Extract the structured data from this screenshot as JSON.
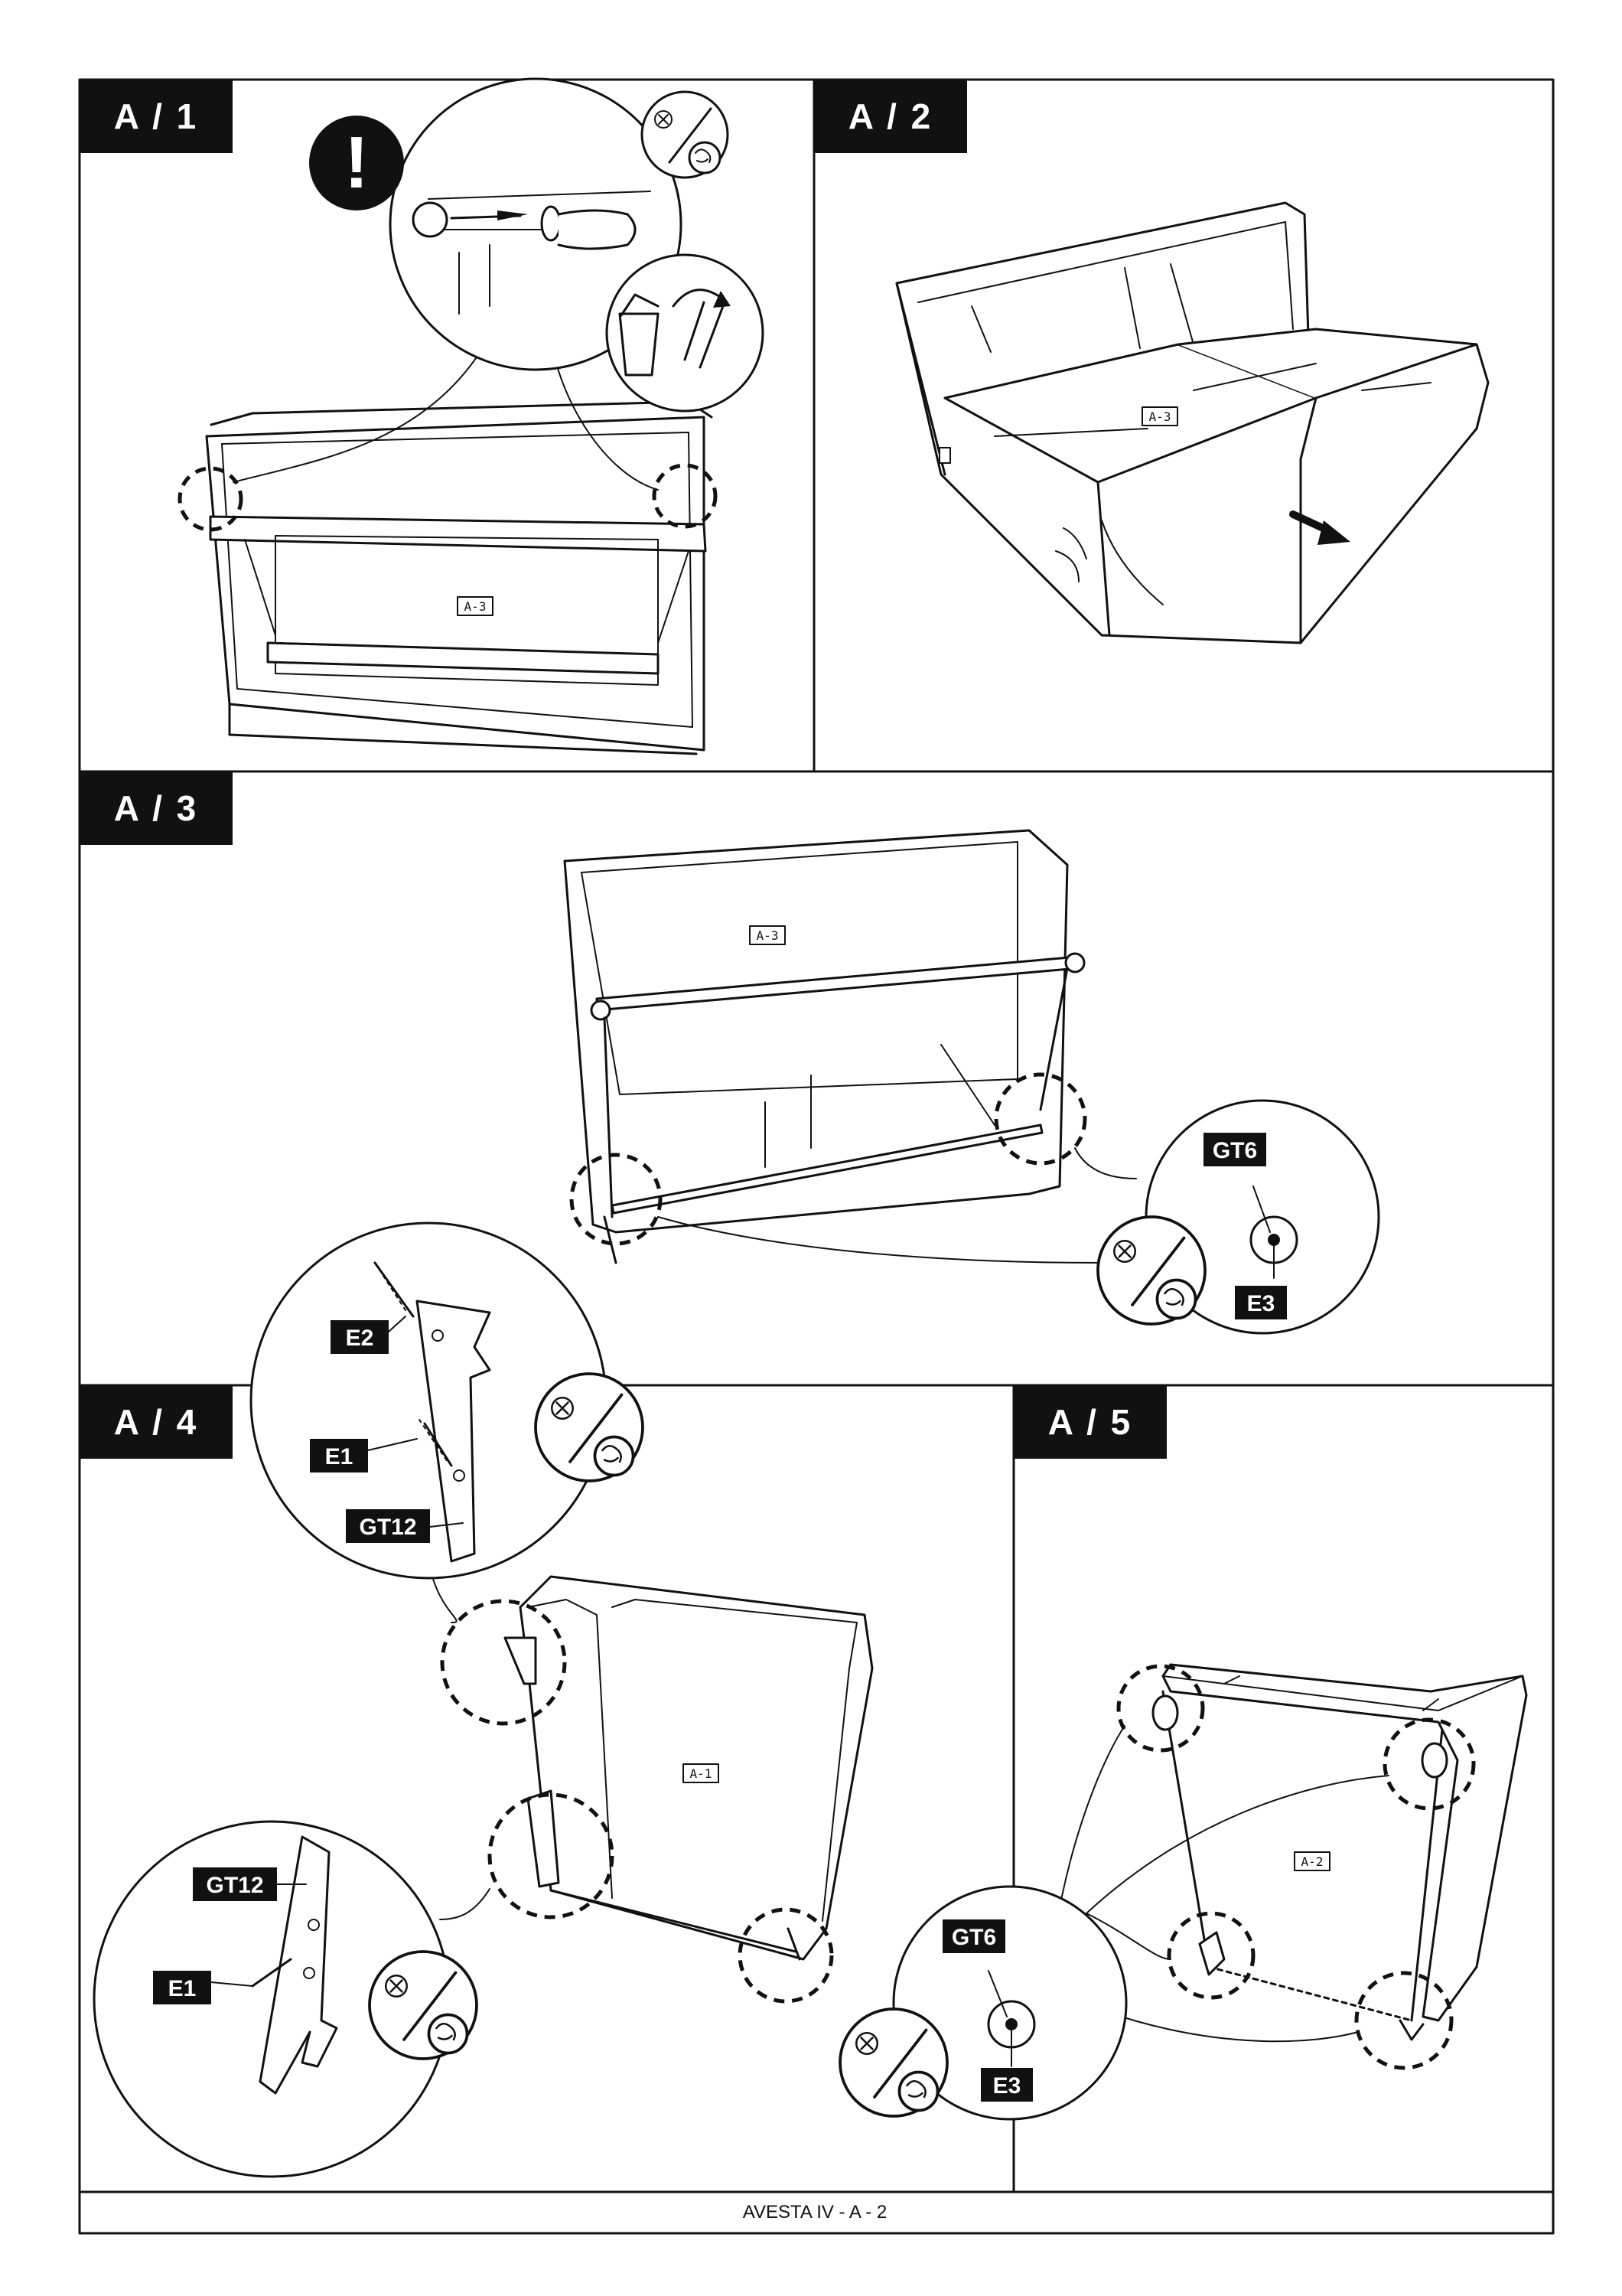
{
  "steps": {
    "a1": "A / 1",
    "a2": "A / 2",
    "a3": "A / 3",
    "a4": "A / 4",
    "a5": "A / 5"
  },
  "parts": {
    "a1_panel": "A-3",
    "a2_seat": "A-3",
    "a3_panel": "A-3",
    "a4_panel": "A-1",
    "a5_panel": "A-2"
  },
  "hardware": {
    "a3_gt6": "GT6",
    "a3_e3": "E3",
    "a4_e2": "E2",
    "a4_e1": "E1",
    "a4_gt12": "GT12",
    "a4_gt12_b": "GT12",
    "a4_e1_b": "E1",
    "a5_gt6": "GT6",
    "a5_e3": "E3"
  },
  "warning_glyph": "!",
  "icons": [
    "warning-icon",
    "screwdriver-icon",
    "hand-tighten-icon",
    "trash-bin-icon",
    "arrow-icon"
  ],
  "footer": "AVESTA IV - A - 2"
}
